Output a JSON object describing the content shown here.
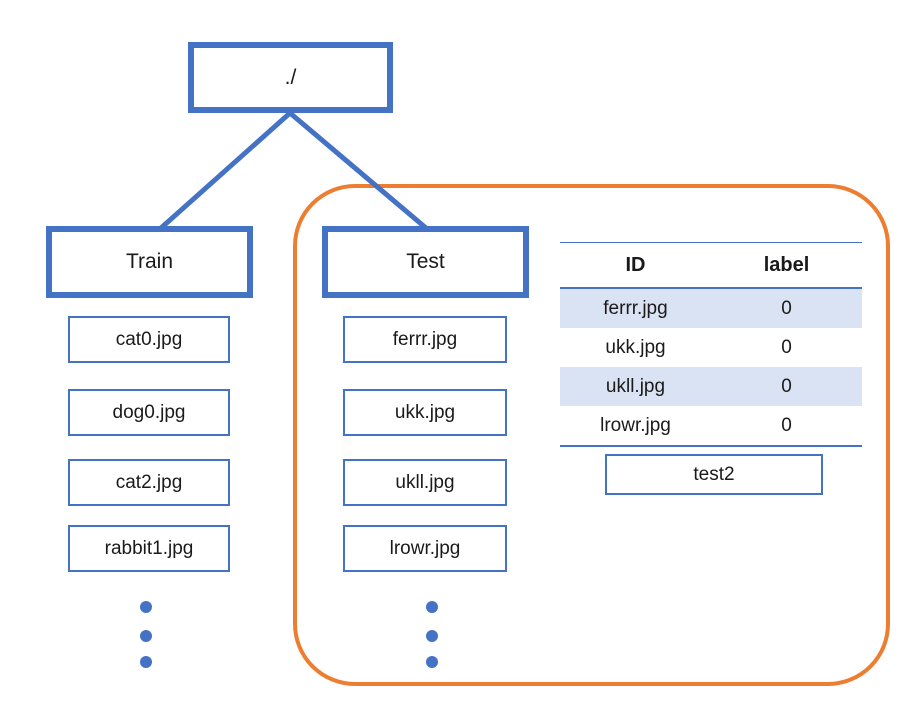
{
  "colors": {
    "blue": "#4472C4",
    "orange": "#ED7D31",
    "shade": "#DAE3F3",
    "rule": "#4472C4",
    "text": "#1A1A1A"
  },
  "tree": {
    "root": {
      "label": "./"
    },
    "train": {
      "label": "Train",
      "files": [
        "cat0.jpg",
        "dog0.jpg",
        "cat2.jpg",
        "rabbit1.jpg"
      ]
    },
    "test": {
      "label": "Test",
      "files": [
        "ferrr.jpg",
        "ukk.jpg",
        "ukll.jpg",
        "lrowr.jpg"
      ]
    }
  },
  "table": {
    "columns": [
      "ID",
      "label"
    ],
    "rows": [
      {
        "id": "ferrr.jpg",
        "label": "0"
      },
      {
        "id": "ukk.jpg",
        "label": "0"
      },
      {
        "id": "ukll.jpg",
        "label": "0"
      },
      {
        "id": "lrowr.jpg",
        "label": "0"
      }
    ]
  },
  "annotation": {
    "label": "test2"
  }
}
